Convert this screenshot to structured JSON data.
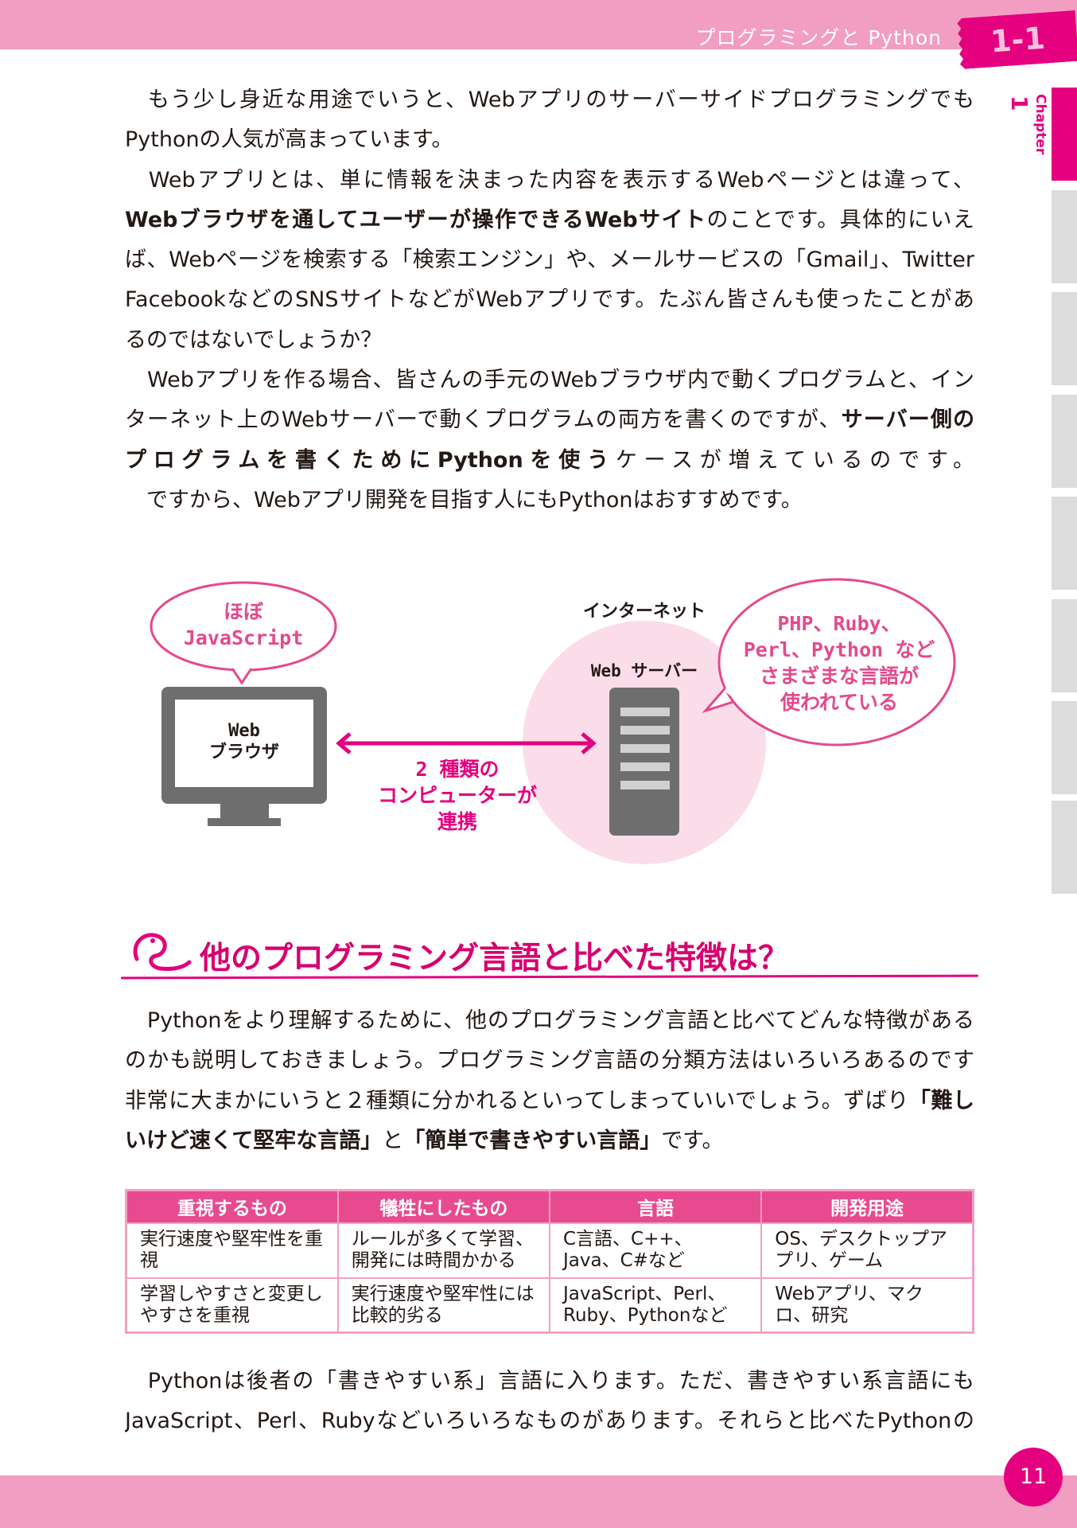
{
  "header": {
    "title": "プログラミングと Python",
    "section": "1-1",
    "chapter_label": "Chapter",
    "chapter_number": "1"
  },
  "body1": [
    [
      {
        "t": "　もう少し身近な用途でいうと、Webアプリのサーバーサイドプログラミングでも"
      }
    ],
    [
      {
        "t": "Pythonの人気が高まっています。"
      }
    ],
    [
      {
        "t": "　Webアプリとは、単に情報を決まった内容を表示するWebページとは違って、"
      }
    ],
    [
      {
        "t": "Webブラウザを通してユーザーが操作できるWebサイト",
        "b": true
      },
      {
        "t": "のことです。具体的にいえ"
      }
    ],
    [
      {
        "t": "ば、Webページを検索する「検索エンジン」や、メールサービスの「Gmail」、Twitterや"
      }
    ],
    [
      {
        "t": "FacebookなどのSNSサイトなどがWebアプリです。たぶん皆さんも使ったことがあ"
      }
    ],
    [
      {
        "t": "るのではないでしょうか？"
      }
    ],
    [
      {
        "t": "　Webアプリを作る場合、皆さんの手元のWebブラウザ内で動くプログラムと、イン"
      }
    ],
    [
      {
        "t": "ターネット上のWebサーバーで動くプログラムの両方を書くのですが、"
      },
      {
        "t": "サーバー側の",
        "b": true
      }
    ],
    [
      {
        "t": "プログラムを書くためにPythonを使う",
        "b": true
      },
      {
        "t": "ケースが増えているのです。"
      }
    ],
    [
      {
        "t": "　ですから、Webアプリ開発を目指す人にもPythonはおすすめです。"
      }
    ]
  ],
  "diagram": {
    "left_bubble": [
      "ほぼ",
      "JavaScript"
    ],
    "browser": [
      "Web",
      "ブラウザ"
    ],
    "link_label": [
      "2 種類の",
      "コンピューターが",
      "連携"
    ],
    "internet": "インターネット",
    "server": "Web サーバー",
    "right_bubble": [
      "PHP、Ruby、",
      "Perl、Python など",
      "さまざまな言語が",
      "使われている"
    ]
  },
  "heading": "他のプログラミング言語と比べた特徴は？",
  "body2": [
    [
      {
        "t": "　Pythonをより理解するために、他のプログラミング言語と比べてどんな特徴がある"
      }
    ],
    [
      {
        "t": "のかも説明しておきましょう。プログラミング言語の分類方法はいろいろあるのですが、"
      }
    ],
    [
      {
        "t": "非常に大まかにいうと２種類に分かれるといってしまっていいでしょう。ずばり"
      },
      {
        "t": "「難し",
        "b": true
      }
    ],
    [
      {
        "t": "いけど速くて堅牢な言語」",
        "b": true
      },
      {
        "t": "と"
      },
      {
        "t": "「簡単で書きやすい言語」",
        "b": true
      },
      {
        "t": "です。"
      }
    ]
  ],
  "table": {
    "headers": [
      "重視するもの",
      "犠牲にしたもの",
      "言語",
      "開発用途"
    ],
    "rows": [
      [
        "実行速度や堅牢性を重視",
        "ルールが多くて学習、開発には時間かかる",
        "C言語、C++、Java、C#など",
        "OS、デスクトップアプリ、ゲーム"
      ],
      [
        "学習しやすさと変更しやすさを重視",
        "実行速度や堅牢性には比較的劣る",
        "JavaScript、Perl、Ruby、Pythonなど",
        "Webアプリ、マクロ、研究"
      ]
    ]
  },
  "body3": [
    [
      {
        "t": "　Pythonは後者の「書きやすい系」言語に入ります。ただ、書きやすい系言語にも"
      }
    ],
    [
      {
        "t": "JavaScript、Perl、Rubyなどいろいろなものがあります。それらと比べたPythonの"
      }
    ]
  ],
  "page_number": "11",
  "colors": {
    "accent": "#e4007f",
    "band": "#f19ec2",
    "table_header": "#e84a8f",
    "table_border": "#f3a0c5",
    "tab_grey": "#dcdcdc",
    "server_gray": "#6f6e6e",
    "circle_bg": "#fbdde9"
  }
}
